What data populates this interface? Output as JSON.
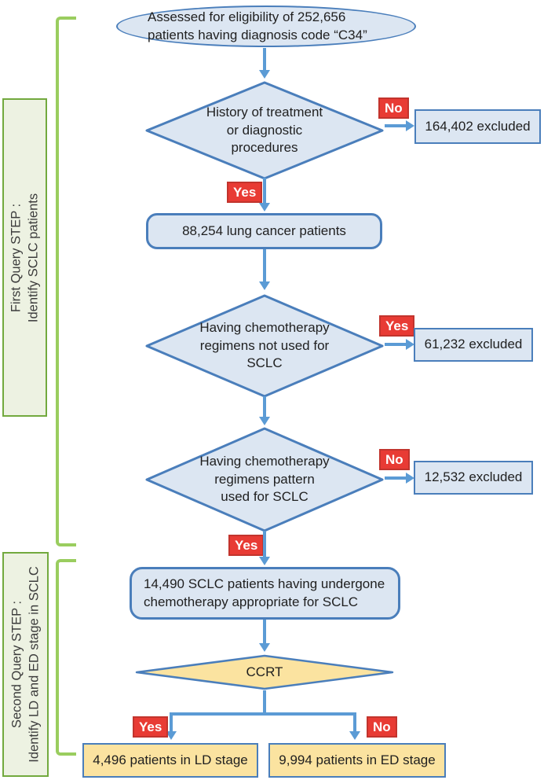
{
  "nodes": {
    "eligibility_l1": "Assessed for eligibility of 252,656",
    "eligibility_l2": "patients having diagnosis code “C34”",
    "decision1_l1": "History of treatment",
    "decision1_l2": "or diagnostic",
    "decision1_l3": "procedures",
    "excluded1": "164,402 excluded",
    "lung_cancer_patients": "88,254 lung cancer patients",
    "decision2_l1": "Having chemotherapy",
    "decision2_l2": "regimens not used for",
    "decision2_l3": "SCLC",
    "excluded2": "61,232 excluded",
    "decision3_l1": "Having chemotherapy",
    "decision3_l2": "regimens pattern",
    "decision3_l3": "used for SCLC",
    "excluded3": "12,532 excluded",
    "sclc_l1": "14,490 SCLC patients having undergone",
    "sclc_l2": "chemotherapy appropriate for SCLC",
    "ccrt": "CCRT",
    "ld_stage": "4,496 patients in LD stage",
    "ed_stage": "9,994 patients in ED stage"
  },
  "branch_labels": {
    "yes": "Yes",
    "no": "No"
  },
  "steps": {
    "first_l1": "First Query STEP :",
    "first_l2": "Identify SCLC patients",
    "second_l1": "Second Query STEP :",
    "second_l2": "Identify LD and ED stage in SCLC"
  },
  "colors": {
    "node_fill": "#dce6f2",
    "node_border": "#4a7ebb",
    "arrow": "#5b9bd5",
    "badge_fill": "#e83b34",
    "badge_border": "#c2342d",
    "highlight_fill": "#fbe3a0",
    "step_box_fill": "#edf2e2",
    "step_box_border": "#72a93e",
    "bracket": "#9acd5f",
    "text": "#1f1f1f"
  }
}
